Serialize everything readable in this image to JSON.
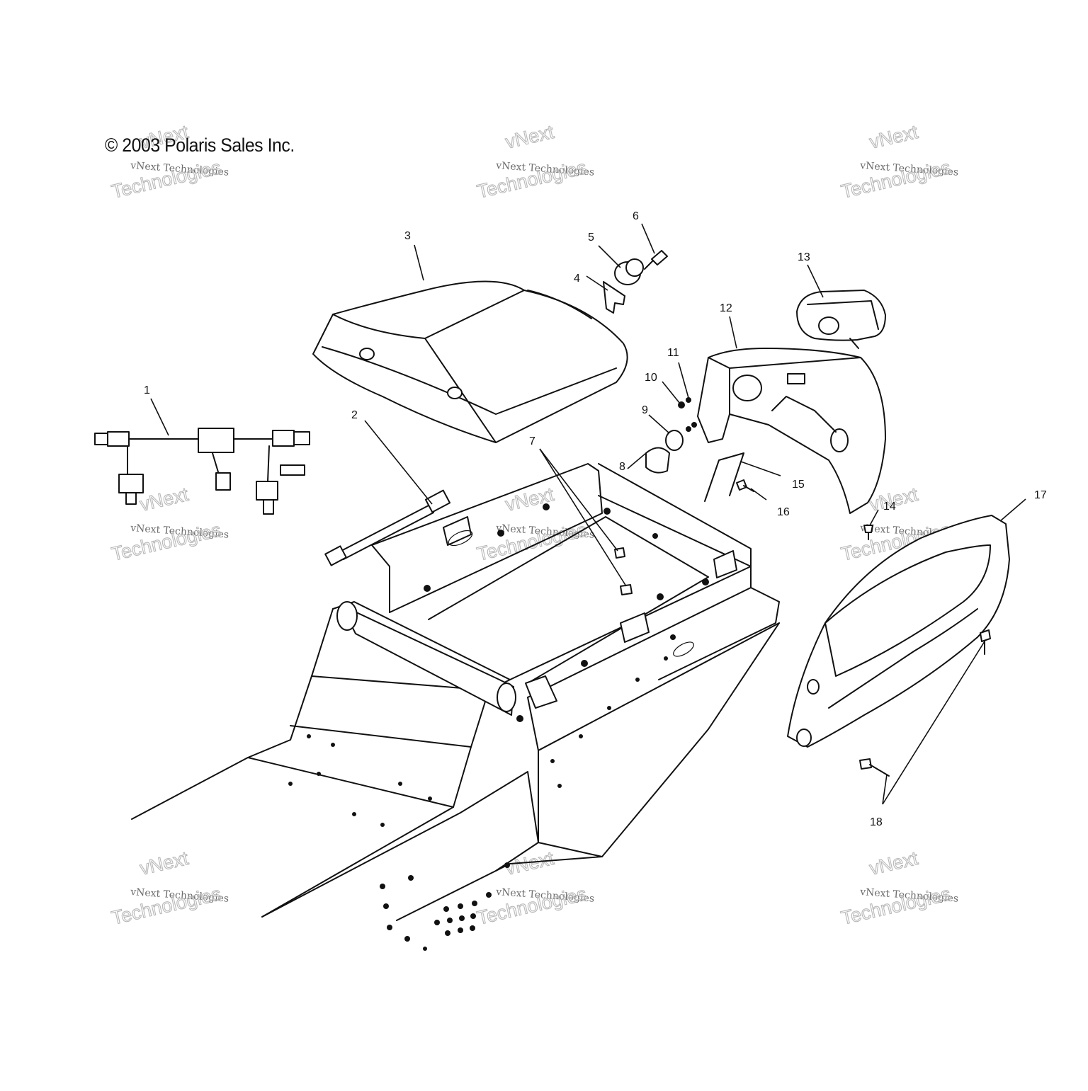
{
  "copyright": "© 2003 Polaris Sales Inc.",
  "watermark": {
    "small": "vNext Technologies",
    "big_line1": "vNext",
    "big_line2": "Technologies"
  },
  "callouts": {
    "c1": "1",
    "c2": "2",
    "c3": "3",
    "c4": "4",
    "c5": "5",
    "c6": "6",
    "c7": "7",
    "c8": "8",
    "c9": "9",
    "c10": "10",
    "c11": "11",
    "c12": "12",
    "c13": "13",
    "c14": "14",
    "c15": "15",
    "c16": "16",
    "c17": "17",
    "c18": "18"
  }
}
